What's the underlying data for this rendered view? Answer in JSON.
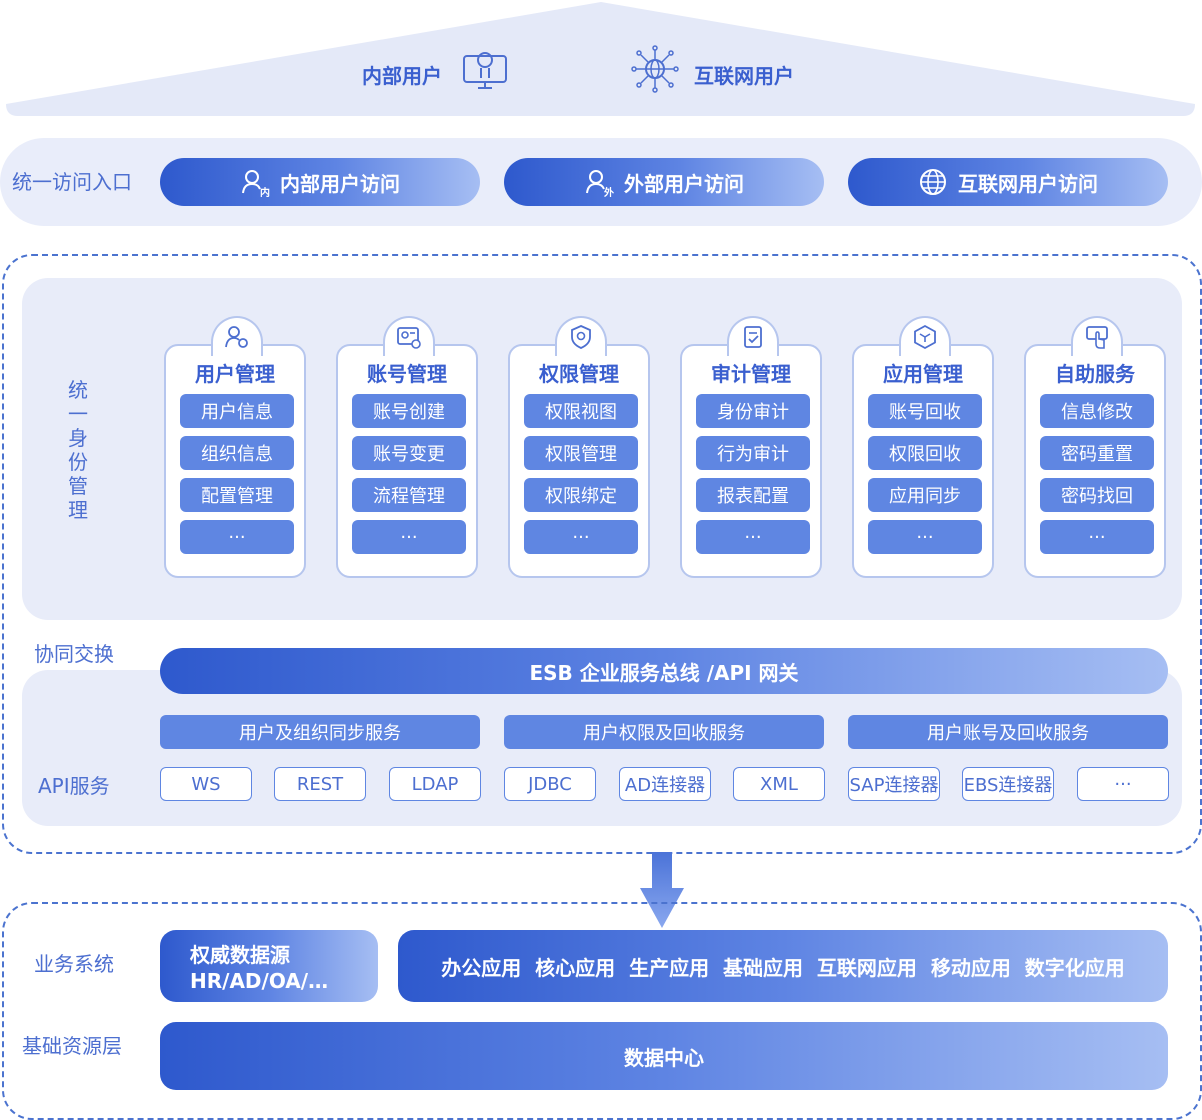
{
  "roof": {
    "internal_label": "内部用户",
    "internet_label": "互联网用户"
  },
  "access": {
    "label": "统一访问入口",
    "items": [
      {
        "label": "内部用户访问",
        "icon": "internal-user-icon"
      },
      {
        "label": "外部用户访问",
        "icon": "external-user-icon"
      },
      {
        "label": "互联网用户访问",
        "icon": "globe-icon"
      }
    ]
  },
  "identity": {
    "label_chars": [
      "统",
      "一",
      "身",
      "份",
      "管",
      "理"
    ],
    "modules": [
      {
        "title": "用户管理",
        "icon": "user-gear-icon",
        "items": [
          "用户信息",
          "组织信息",
          "配置管理",
          "···"
        ]
      },
      {
        "title": "账号管理",
        "icon": "account-card-icon",
        "items": [
          "账号创建",
          "账号变更",
          "流程管理",
          "···"
        ]
      },
      {
        "title": "权限管理",
        "icon": "shield-icon",
        "items": [
          "权限视图",
          "权限管理",
          "权限绑定",
          "···"
        ]
      },
      {
        "title": "审计管理",
        "icon": "audit-doc-icon",
        "items": [
          "身份审计",
          "行为审计",
          "报表配置",
          "···"
        ]
      },
      {
        "title": "应用管理",
        "icon": "cube-icon",
        "items": [
          "账号回收",
          "权限回收",
          "应用同步",
          "···"
        ]
      },
      {
        "title": "自助服务",
        "icon": "touch-icon",
        "items": [
          "信息修改",
          "密码重置",
          "密码找回",
          "···"
        ]
      }
    ]
  },
  "exchange": {
    "label": "协同交换",
    "esb_label": "ESB 企业服务总线 /API 网关",
    "services": [
      "用户及组织同步服务",
      "用户权限及回收服务",
      "用户账号及回收服务"
    ]
  },
  "api": {
    "label": "API服务",
    "protocols": [
      "WS",
      "REST",
      "LDAP",
      "JDBC",
      "AD连接器",
      "XML",
      "SAP连接器",
      "EBS连接器",
      "···"
    ]
  },
  "business": {
    "label": "业务系统",
    "authority_line1": "权威数据源",
    "authority_line2": "HR/AD/OA/…",
    "apps": "办公应用  核心应用  生产应用  基础应用  互联网应用  移动应用  数字化应用"
  },
  "infra": {
    "label": "基础资源层",
    "datacenter": "数据中心"
  },
  "colors": {
    "primary": "#2e59cd",
    "accent": "#5f86e2",
    "light": "#e8ecf9"
  }
}
